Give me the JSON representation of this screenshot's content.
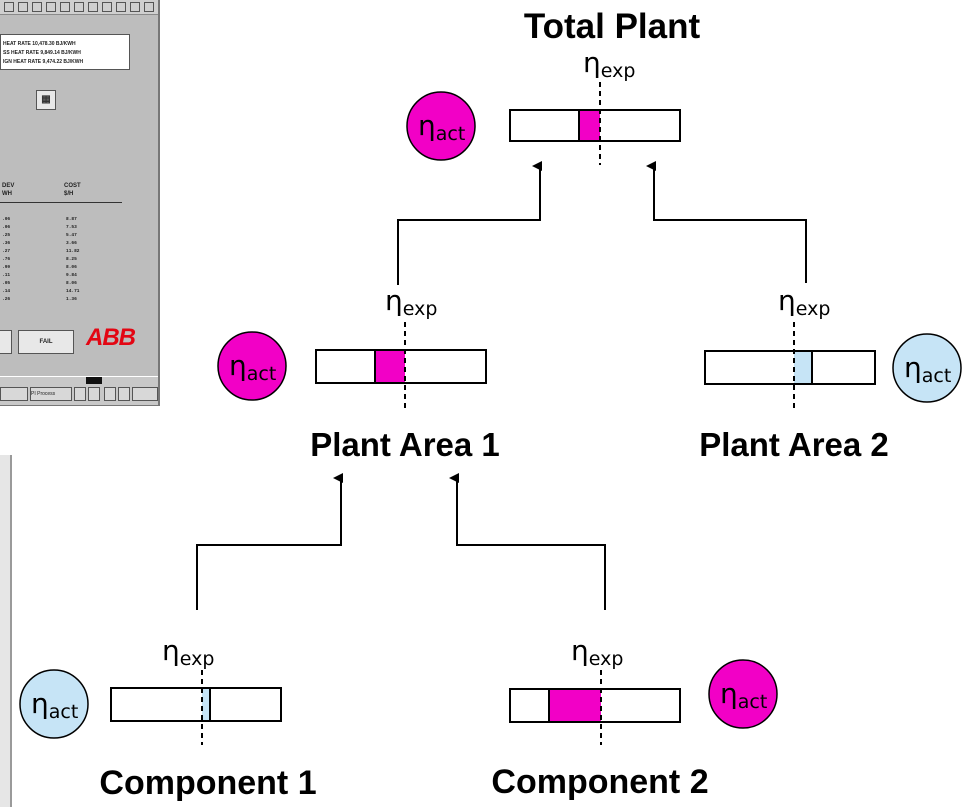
{
  "background_screenshot": {
    "rows": [
      "HEAT RATE    10,478.30  BJ/KWH",
      "SS HEAT RATE   9,849.14  BJ/KWH",
      "IGN HEAT RATE   9,474.22  BJ/KWH"
    ],
    "col_dev_header": "DEV\nWH",
    "col_cost_header": "COST\n$/H",
    "dev_values": ".06\n.06\n.25\n.36\n.27\n.76\n.99\n.11\n.05\n.14\n.26",
    "cost_values": "8.87\n7.53\n5.47\n3.66\n11.82\n8.25\n8.06\n9.84\n8.06\n14.71\n1.36",
    "fail_button": "FAIL",
    "logo": "ABB",
    "taskbar_item": "PI Process"
  },
  "diagram": {
    "nodes": [
      {
        "id": "total-plant",
        "title": "Total Plant",
        "eta_act_main": "η",
        "eta_act_sub": "act",
        "eta_exp_main": "η",
        "eta_exp_sub": "exp",
        "deviation": "negative",
        "circle_color": "#f200c6"
      },
      {
        "id": "plant-area-1",
        "title": "Plant Area 1",
        "eta_act_main": "η",
        "eta_act_sub": "act",
        "eta_exp_main": "η",
        "eta_exp_sub": "exp",
        "deviation": "negative",
        "circle_color": "#f200c6"
      },
      {
        "id": "plant-area-2",
        "title": "Plant Area 2",
        "eta_act_main": "η",
        "eta_act_sub": "act",
        "eta_exp_main": "η",
        "eta_exp_sub": "exp",
        "deviation": "positive",
        "circle_color": "#c6e4f6"
      },
      {
        "id": "component-1",
        "title": "Component 1",
        "eta_act_main": "η",
        "eta_act_sub": "act",
        "eta_exp_main": "η",
        "eta_exp_sub": "exp",
        "deviation": "positive",
        "circle_color": "#c6e4f6"
      },
      {
        "id": "component-2",
        "title": "Component 2",
        "eta_act_main": "η",
        "eta_act_sub": "act",
        "eta_exp_main": "η",
        "eta_exp_sub": "exp",
        "deviation": "negative",
        "circle_color": "#f200c6"
      }
    ],
    "edges": [
      {
        "from": "plant-area-1",
        "to": "total-plant"
      },
      {
        "from": "plant-area-2",
        "to": "total-plant"
      },
      {
        "from": "component-1",
        "to": "plant-area-1"
      },
      {
        "from": "component-2",
        "to": "plant-area-1"
      }
    ],
    "colors": {
      "negative_fill": "#f200c6",
      "positive_fill": "#c6e4f6",
      "line": "#000000"
    }
  }
}
